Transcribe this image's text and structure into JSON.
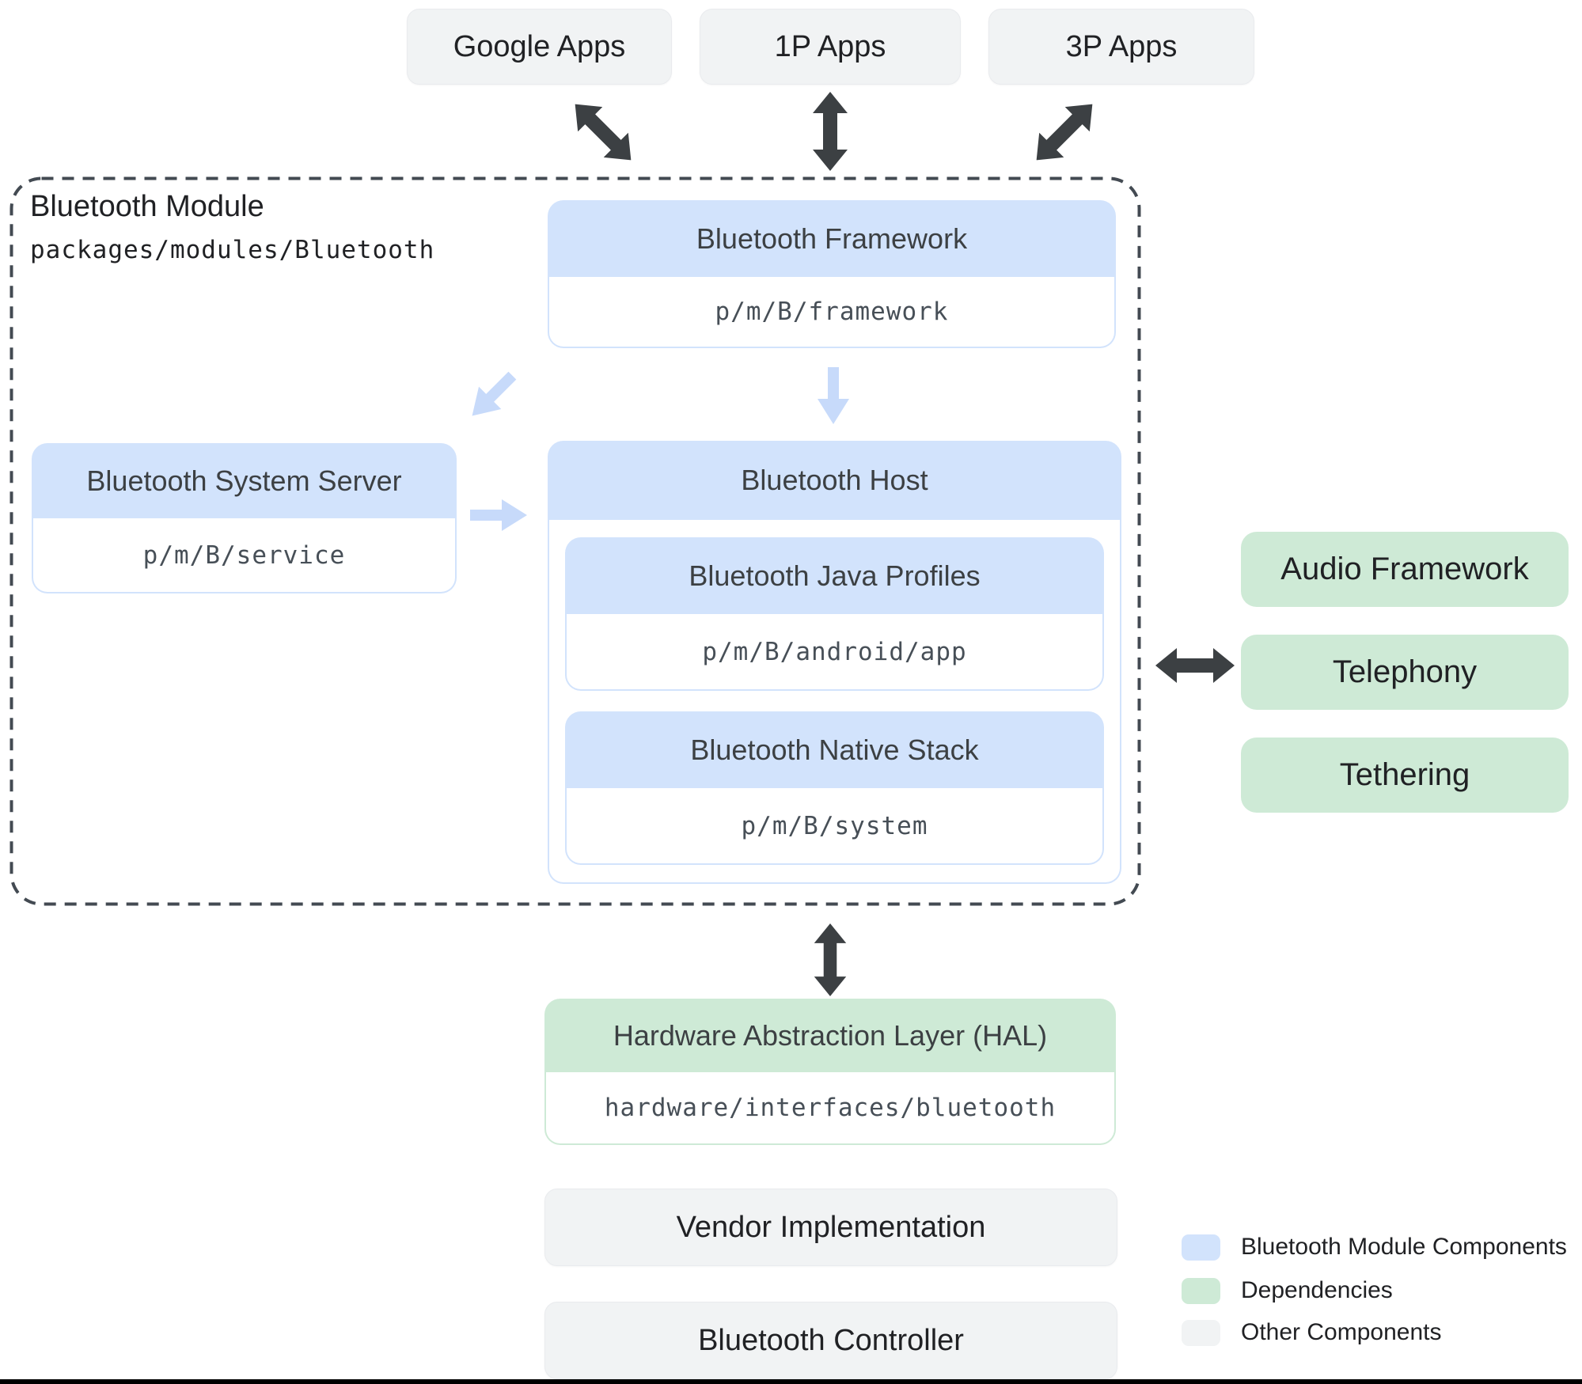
{
  "top_apps": [
    "Google Apps",
    "1P Apps",
    "3P Apps"
  ],
  "module": {
    "title": "Bluetooth Module",
    "path": "packages/modules/Bluetooth",
    "framework": {
      "title": "Bluetooth Framework",
      "path": "p/m/B/framework"
    },
    "system_server": {
      "title": "Bluetooth System Server",
      "path": "p/m/B/service"
    },
    "host": {
      "title": "Bluetooth Host",
      "children": [
        {
          "title": "Bluetooth Java Profiles",
          "path": "p/m/B/android/app"
        },
        {
          "title": "Bluetooth Native Stack",
          "path": "p/m/B/system"
        }
      ]
    }
  },
  "dependencies": [
    "Audio Framework",
    "Telephony",
    "Tethering"
  ],
  "hal": {
    "title": "Hardware Abstraction Layer (HAL)",
    "path": "hardware/interfaces/bluetooth"
  },
  "other_components": [
    "Vendor Implementation",
    "Bluetooth Controller"
  ],
  "legend": [
    {
      "label": "Bluetooth Module Components",
      "color": "#d2e3fc"
    },
    {
      "label": "Dependencies",
      "color": "#ceead6"
    },
    {
      "label": "Other Components",
      "color": "#f1f3f4"
    }
  ],
  "colors": {
    "module_component_fill": "#d2e3fc",
    "dependency_fill": "#ceead6",
    "other_component_fill": "#f1f3f4",
    "dark_arrow": "#3c4043",
    "light_arrow": "#c7dafa"
  }
}
